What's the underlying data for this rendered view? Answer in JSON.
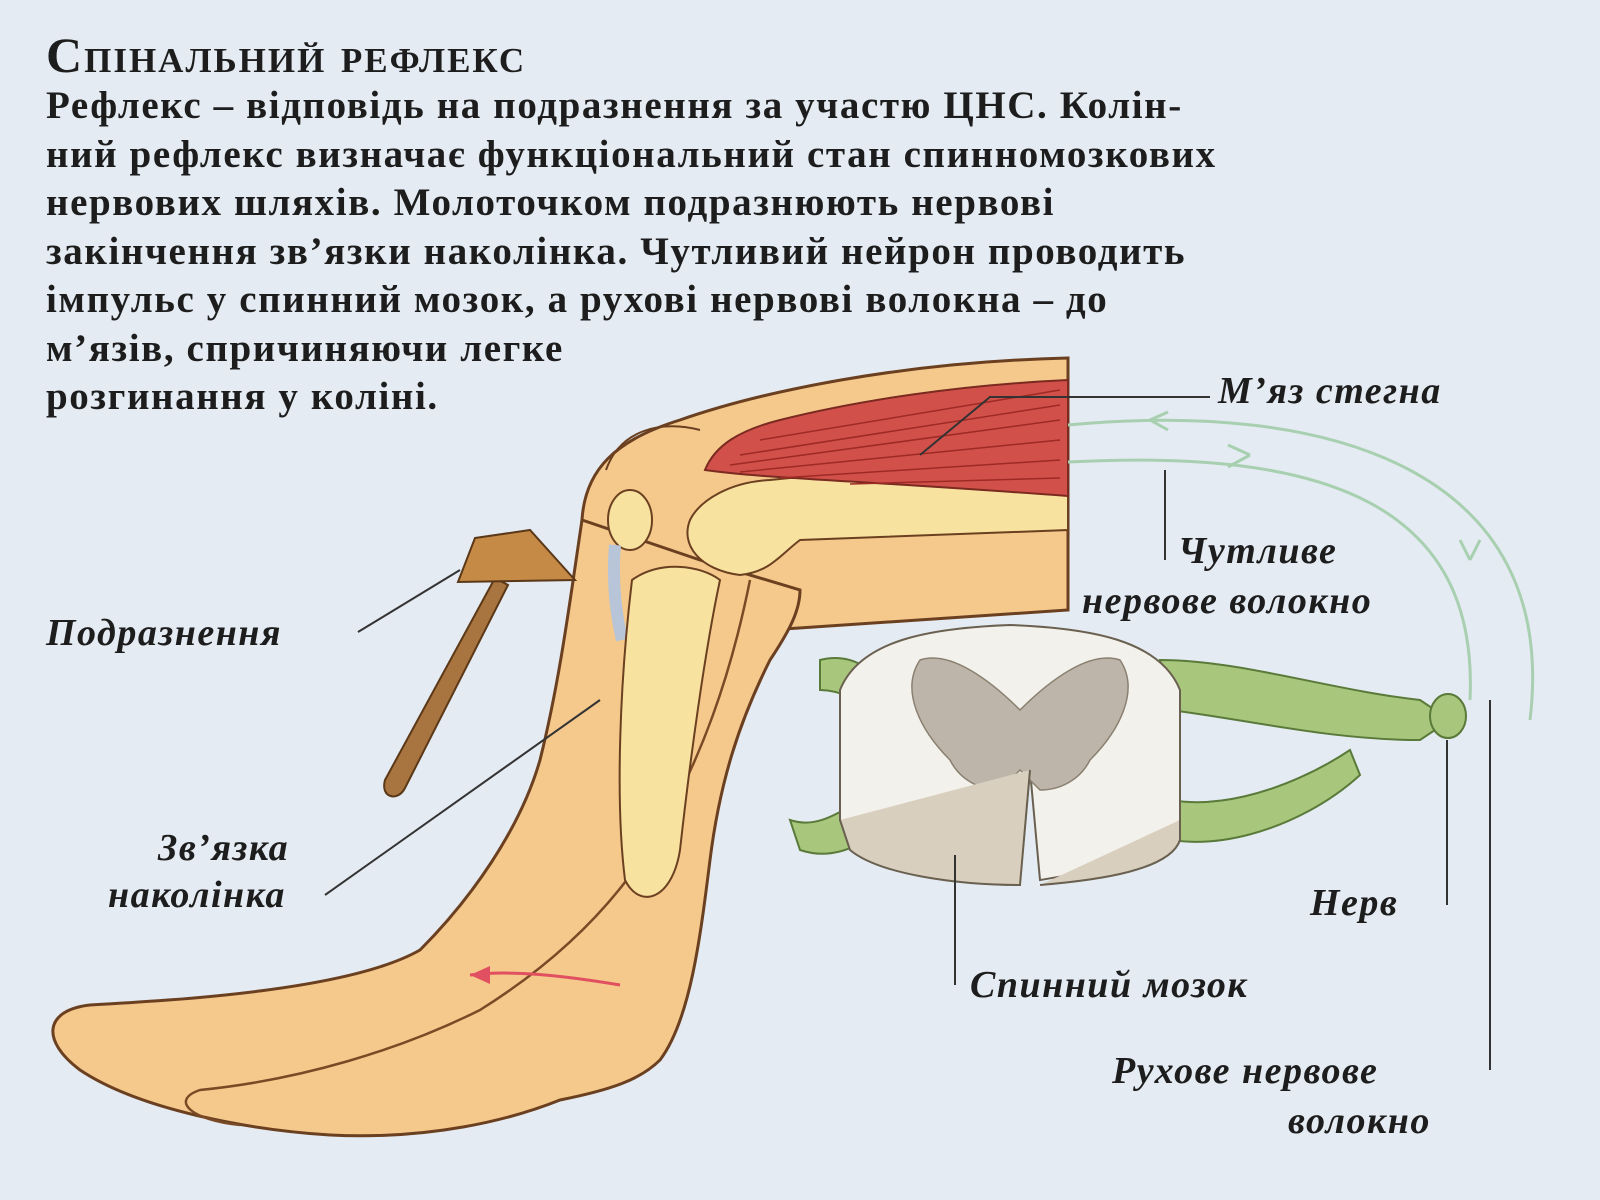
{
  "title": "Спінальний рефлекс",
  "paragraph": [
    "Рефлекс – відповідь на подразнення за участю ЦНС. Колін-",
    "ний рефлекс визначає функціональний стан спинномозкових",
    "нервових шляхів. Молоточком подразнюють нервові",
    "закінчення зв’язки наколінка. Чутливий нейрон проводить",
    "імпульс у спинний мозок, а рухові нервові волокна – до",
    "м’язів, спричиняючи легке",
    "розгинання у коліні."
  ],
  "labels": {
    "thigh_muscle": "М’яз стегна",
    "sensory_fiber_1": "Чутливе",
    "sensory_fiber_2": "нервове волокно",
    "stimulus": "Подразнення",
    "ligament_1": "Зв’язка",
    "ligament_2": "наколінка",
    "nerve": "Нерв",
    "spinal_cord": "Спинний мозок",
    "motor_fiber_1": "Рухове нервове",
    "motor_fiber_2": "волокно"
  },
  "colors": {
    "skin": "#f5c98c",
    "skin_outline": "#6b4020",
    "bone": "#f7e2a0",
    "muscle": "#d2504a",
    "nerve": "#a8c67c",
    "nerve_fiber": "#a8d0b0",
    "grey_matter": "#bdb4aa",
    "white_matter": "#f3f1ec",
    "hammer": "#a8743f"
  }
}
